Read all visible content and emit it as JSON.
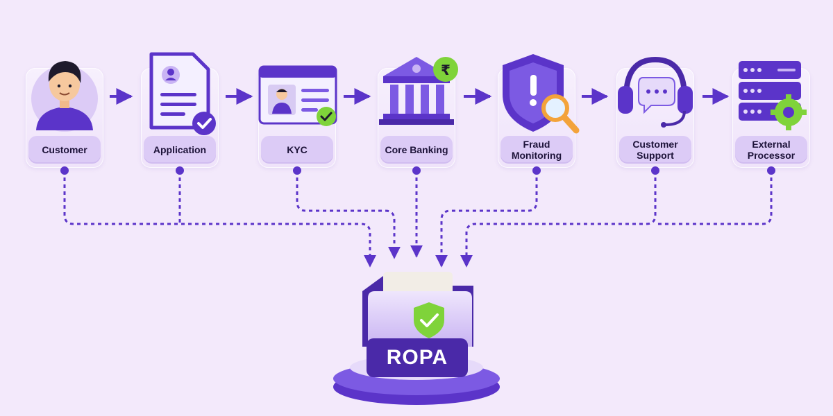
{
  "nodes": [
    {
      "id": "customer",
      "label": "Customer",
      "icon": "person-avatar-icon"
    },
    {
      "id": "application",
      "label": "Application",
      "icon": "document-check-icon"
    },
    {
      "id": "kyc",
      "label": "KYC",
      "icon": "id-card-check-icon"
    },
    {
      "id": "core-banking",
      "label": "Core Banking",
      "icon": "bank-rupee-icon"
    },
    {
      "id": "fraud-monitoring",
      "label": "Fraud\nMonitoring",
      "icon": "shield-alert-magnifier-icon"
    },
    {
      "id": "customer-support",
      "label": "Customer\nSupport",
      "icon": "headset-chat-icon"
    },
    {
      "id": "external-processor",
      "label": "External\nProcessor",
      "icon": "server-gear-icon"
    }
  ],
  "target": {
    "label": "ROPA",
    "icon": "folder-shield-check-icon"
  },
  "colors": {
    "background": "#f3e9fb",
    "accent": "#5b34c9",
    "accent_light": "#dccbf6",
    "check_green": "#7fd33a"
  }
}
